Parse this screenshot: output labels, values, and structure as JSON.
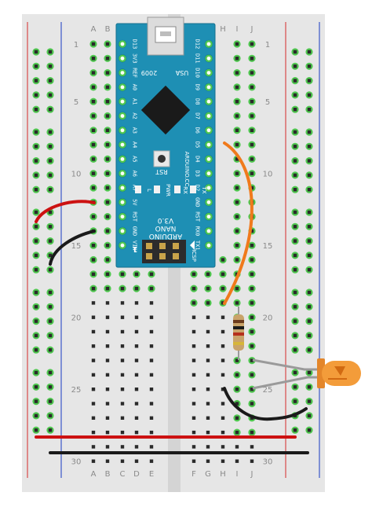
{
  "breadboard": {
    "column_letters_left": [
      "A",
      "B",
      "C",
      "D",
      "E"
    ],
    "column_letters_right": [
      "F",
      "G",
      "H",
      "I",
      "J"
    ],
    "row_numbers": [
      "1",
      "5",
      "10",
      "15",
      "20",
      "25",
      "30"
    ],
    "colors": {
      "board": "#e6e6e6",
      "hole_green": "#4fc84f",
      "hole_dark": "#2a2a2a",
      "rail_red": "#d94a4a",
      "rail_blue": "#3a56c9"
    }
  },
  "arduino": {
    "model_line1": "ARDUINO",
    "model_line2": "NANO",
    "model_line3": "V3.0",
    "brand": "ARDUINO.CC",
    "year": "2009",
    "country": "USA",
    "reset_label": "RST",
    "led_labels": [
      "L",
      "PWR",
      "RX",
      "TX"
    ],
    "icsp_label": "ICSP",
    "pin1_label": "1",
    "left_pins": [
      "D13",
      "3V3",
      "REF",
      "A0",
      "A1",
      "A2",
      "A3",
      "A4",
      "A5",
      "A6",
      "A7",
      "5V",
      "RST",
      "GND",
      "VIN"
    ],
    "right_pins": [
      "D12",
      "D11",
      "D10",
      "D9",
      "D8",
      "D7",
      "D6",
      "D5",
      "D4",
      "D3",
      "D2",
      "GND",
      "RST",
      "RX0",
      "TX1"
    ],
    "colors": {
      "board": "#1e8fb4"
    }
  },
  "components": {
    "led_color": "#f39c3a",
    "resistor_color": "#c9a36a",
    "wire_orange": "#f07a1c",
    "wire_red": "#cc1111",
    "wire_black": "#1a1a1a"
  }
}
